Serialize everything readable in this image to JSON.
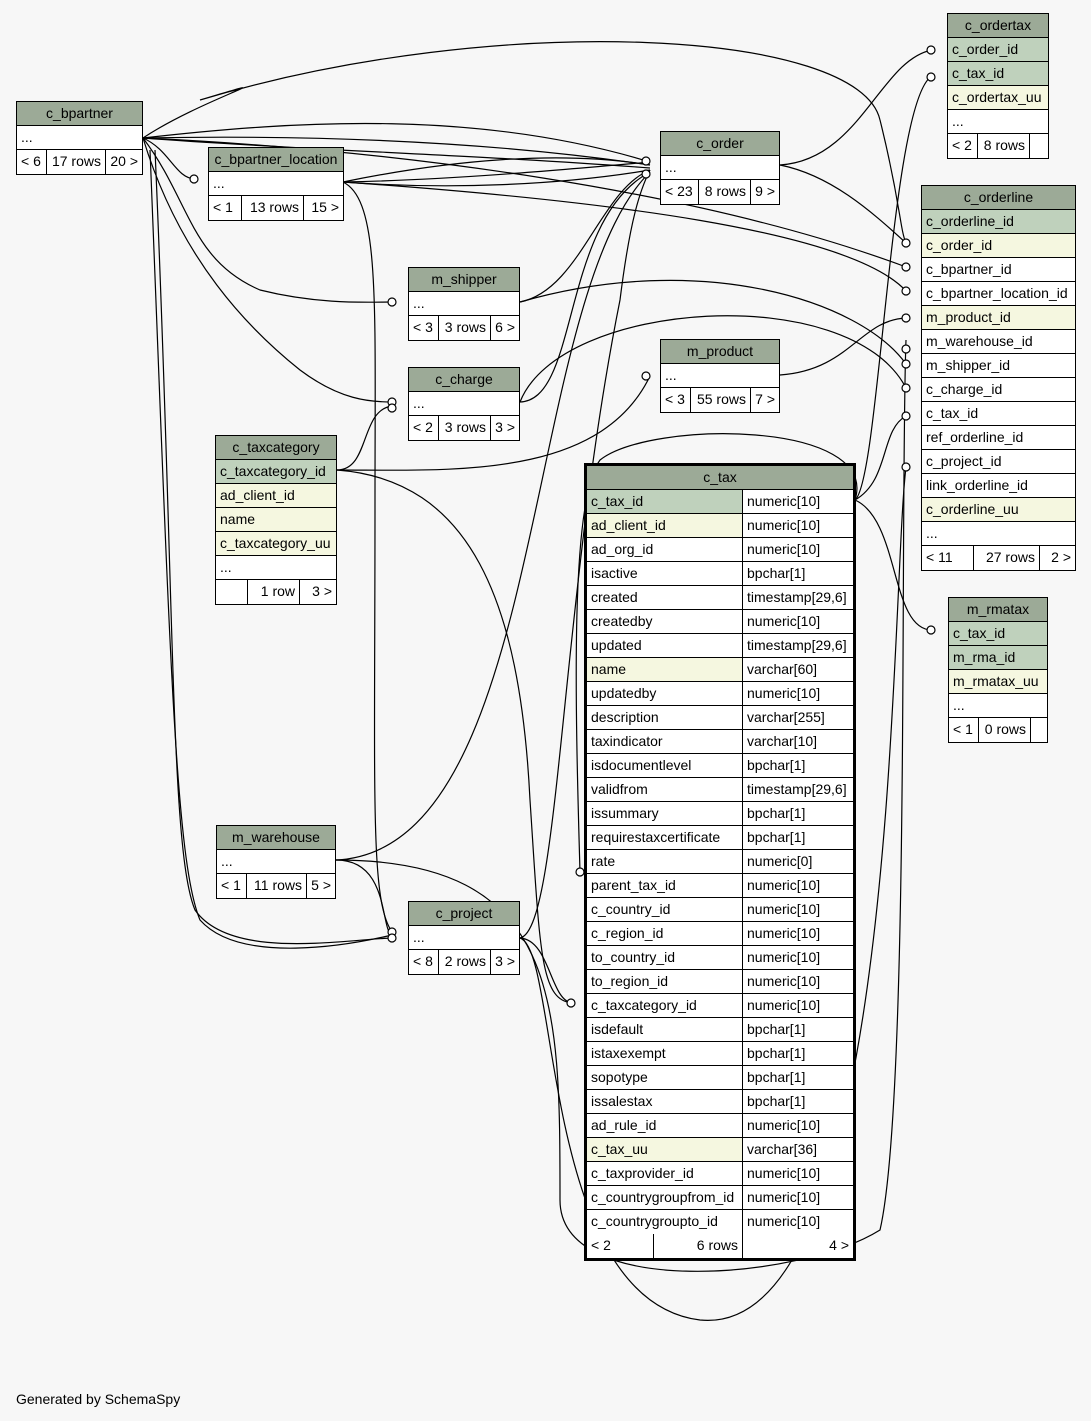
{
  "footer_text": "Generated by SchemaSpy",
  "tables": {
    "c_bpartner": {
      "name": "c_bpartner",
      "more": "...",
      "parents": "< 6",
      "rows": "17 rows",
      "children": "20 >"
    },
    "c_bpartner_location": {
      "name": "c_bpartner_location",
      "more": "...",
      "parents": "< 1",
      "rows": "13 rows",
      "children": "15 >"
    },
    "c_order": {
      "name": "c_order",
      "more": "...",
      "parents": "< 23",
      "rows": "8 rows",
      "children": "9 >"
    },
    "m_shipper": {
      "name": "m_shipper",
      "more": "...",
      "parents": "< 3",
      "rows": "3 rows",
      "children": "6 >"
    },
    "c_charge": {
      "name": "c_charge",
      "more": "...",
      "parents": "< 2",
      "rows": "3 rows",
      "children": "3 >"
    },
    "m_product": {
      "name": "m_product",
      "more": "...",
      "parents": "< 3",
      "rows": "55 rows",
      "children": "7 >"
    },
    "m_warehouse": {
      "name": "m_warehouse",
      "more": "...",
      "parents": "< 1",
      "rows": "11 rows",
      "children": "5 >"
    },
    "c_project": {
      "name": "c_project",
      "more": "...",
      "parents": "< 8",
      "rows": "2 rows",
      "children": "3 >"
    },
    "c_taxcategory": {
      "name": "c_taxcategory",
      "columns": [
        "c_taxcategory_id",
        "ad_client_id",
        "name",
        "c_taxcategory_uu"
      ],
      "more": "...",
      "parents": "",
      "rows": "1 row",
      "children": "3 >"
    },
    "c_ordertax": {
      "name": "c_ordertax",
      "columns": [
        "c_order_id",
        "c_tax_id",
        "c_ordertax_uu"
      ],
      "more": "...",
      "parents": "< 2",
      "rows": "8 rows",
      "children": ""
    },
    "c_orderline": {
      "name": "c_orderline",
      "columns": [
        "c_orderline_id",
        "c_order_id",
        "c_bpartner_id",
        "c_bpartner_location_id",
        "m_product_id",
        "m_warehouse_id",
        "m_shipper_id",
        "c_charge_id",
        "c_tax_id",
        "ref_orderline_id",
        "c_project_id",
        "link_orderline_id",
        "c_orderline_uu"
      ],
      "more": "...",
      "parents": "< 11",
      "rows": "27 rows",
      "children": "2 >"
    },
    "m_rmatax": {
      "name": "m_rmatax",
      "columns": [
        "c_tax_id",
        "m_rma_id",
        "m_rmatax_uu"
      ],
      "more": "...",
      "parents": "< 1",
      "rows": "0 rows",
      "children": ""
    },
    "c_tax": {
      "name": "c_tax",
      "columns": [
        {
          "name": "c_tax_id",
          "type": "numeric[10]"
        },
        {
          "name": "ad_client_id",
          "type": "numeric[10]"
        },
        {
          "name": "ad_org_id",
          "type": "numeric[10]"
        },
        {
          "name": "isactive",
          "type": "bpchar[1]"
        },
        {
          "name": "created",
          "type": "timestamp[29,6]"
        },
        {
          "name": "createdby",
          "type": "numeric[10]"
        },
        {
          "name": "updated",
          "type": "timestamp[29,6]"
        },
        {
          "name": "name",
          "type": "varchar[60]"
        },
        {
          "name": "updatedby",
          "type": "numeric[10]"
        },
        {
          "name": "description",
          "type": "varchar[255]"
        },
        {
          "name": "taxindicator",
          "type": "varchar[10]"
        },
        {
          "name": "isdocumentlevel",
          "type": "bpchar[1]"
        },
        {
          "name": "validfrom",
          "type": "timestamp[29,6]"
        },
        {
          "name": "issummary",
          "type": "bpchar[1]"
        },
        {
          "name": "requirestaxcertificate",
          "type": "bpchar[1]"
        },
        {
          "name": "rate",
          "type": "numeric[0]"
        },
        {
          "name": "parent_tax_id",
          "type": "numeric[10]"
        },
        {
          "name": "c_country_id",
          "type": "numeric[10]"
        },
        {
          "name": "c_region_id",
          "type": "numeric[10]"
        },
        {
          "name": "to_country_id",
          "type": "numeric[10]"
        },
        {
          "name": "to_region_id",
          "type": "numeric[10]"
        },
        {
          "name": "c_taxcategory_id",
          "type": "numeric[10]"
        },
        {
          "name": "isdefault",
          "type": "bpchar[1]"
        },
        {
          "name": "istaxexempt",
          "type": "bpchar[1]"
        },
        {
          "name": "sopotype",
          "type": "bpchar[1]"
        },
        {
          "name": "issalestax",
          "type": "bpchar[1]"
        },
        {
          "name": "ad_rule_id",
          "type": "numeric[10]"
        },
        {
          "name": "c_tax_uu",
          "type": "varchar[36]"
        },
        {
          "name": "c_taxprovider_id",
          "type": "numeric[10]"
        },
        {
          "name": "c_countrygroupfrom_id",
          "type": "numeric[10]"
        },
        {
          "name": "c_countrygroupto_id",
          "type": "numeric[10]"
        }
      ],
      "parents": "< 2",
      "rows": "6 rows",
      "children": "4 >"
    }
  },
  "colors": {
    "header": "#9caa97",
    "primary_key": "#bfd1bc",
    "indexed": "#f5f7e0",
    "background": "#f7f7f7"
  }
}
